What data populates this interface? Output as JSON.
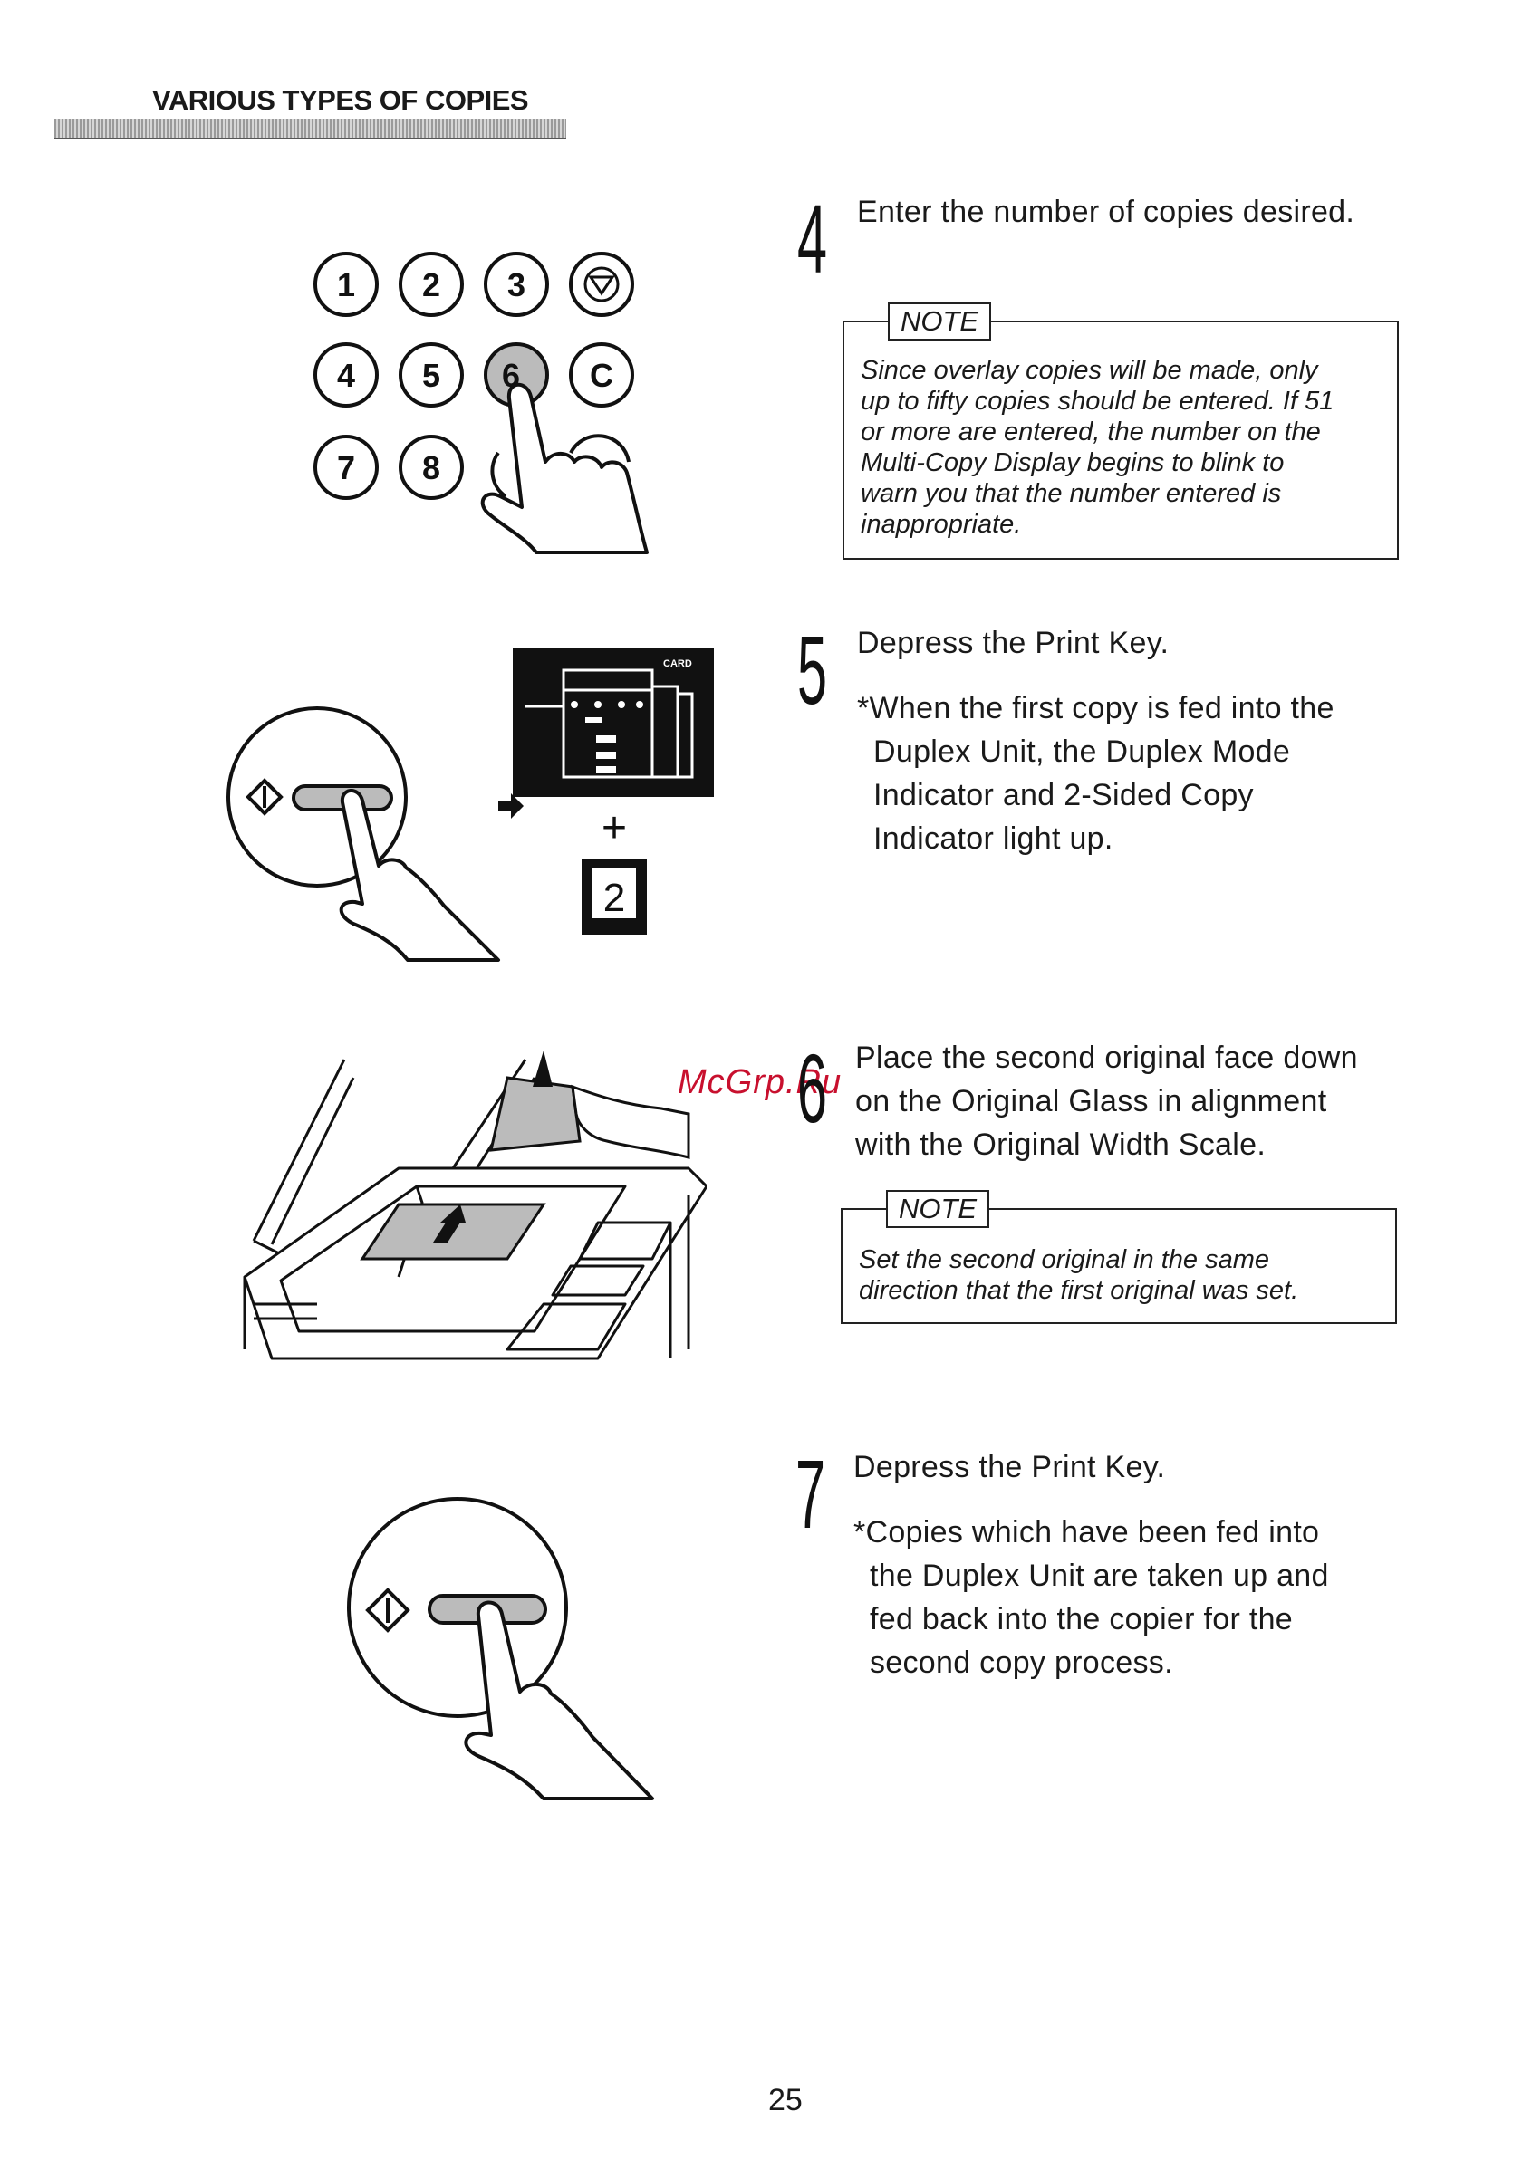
{
  "header": {
    "title": "VARIOUS TYPES OF COPIES"
  },
  "steps": [
    {
      "number": "4",
      "text": "Enter the number of copies desired."
    },
    {
      "number": "5",
      "text": "Depress the Print Key.",
      "notes": [
        "*When the first copy is fed into the",
        "Duplex Unit, the Duplex Mode",
        "Indicator and 2-Sided Copy",
        "Indicator light up."
      ]
    },
    {
      "number": "6",
      "lines": [
        "Place the second original face down",
        "on the Original Glass in alignment",
        "with the Original Width Scale."
      ]
    },
    {
      "number": "7",
      "text": "Depress the Print Key.",
      "notes": [
        "*Copies which have been fed into",
        "the Duplex Unit are taken up and",
        "fed back into the copier for the",
        "second copy process."
      ]
    }
  ],
  "note1": {
    "label": "NOTE",
    "lines": [
      "Since overlay copies will be made, only",
      "up to fifty copies should be entered. If 51",
      "or more are entered, the number on the",
      "Multi-Copy Display begins to blink to",
      "warn you that the number entered is",
      "inappropriate."
    ]
  },
  "note2": {
    "label": "NOTE",
    "lines": [
      "Set the second original in the same",
      "direction that the first original was set."
    ]
  },
  "keypad": {
    "keys": [
      "1",
      "2",
      "3",
      "4",
      "5",
      "6",
      "C",
      "7",
      "8"
    ]
  },
  "panel": {
    "card_label": "CARD",
    "two_sided_icon": "2"
  },
  "watermark": "McGrp.Ru",
  "page_number": "25"
}
